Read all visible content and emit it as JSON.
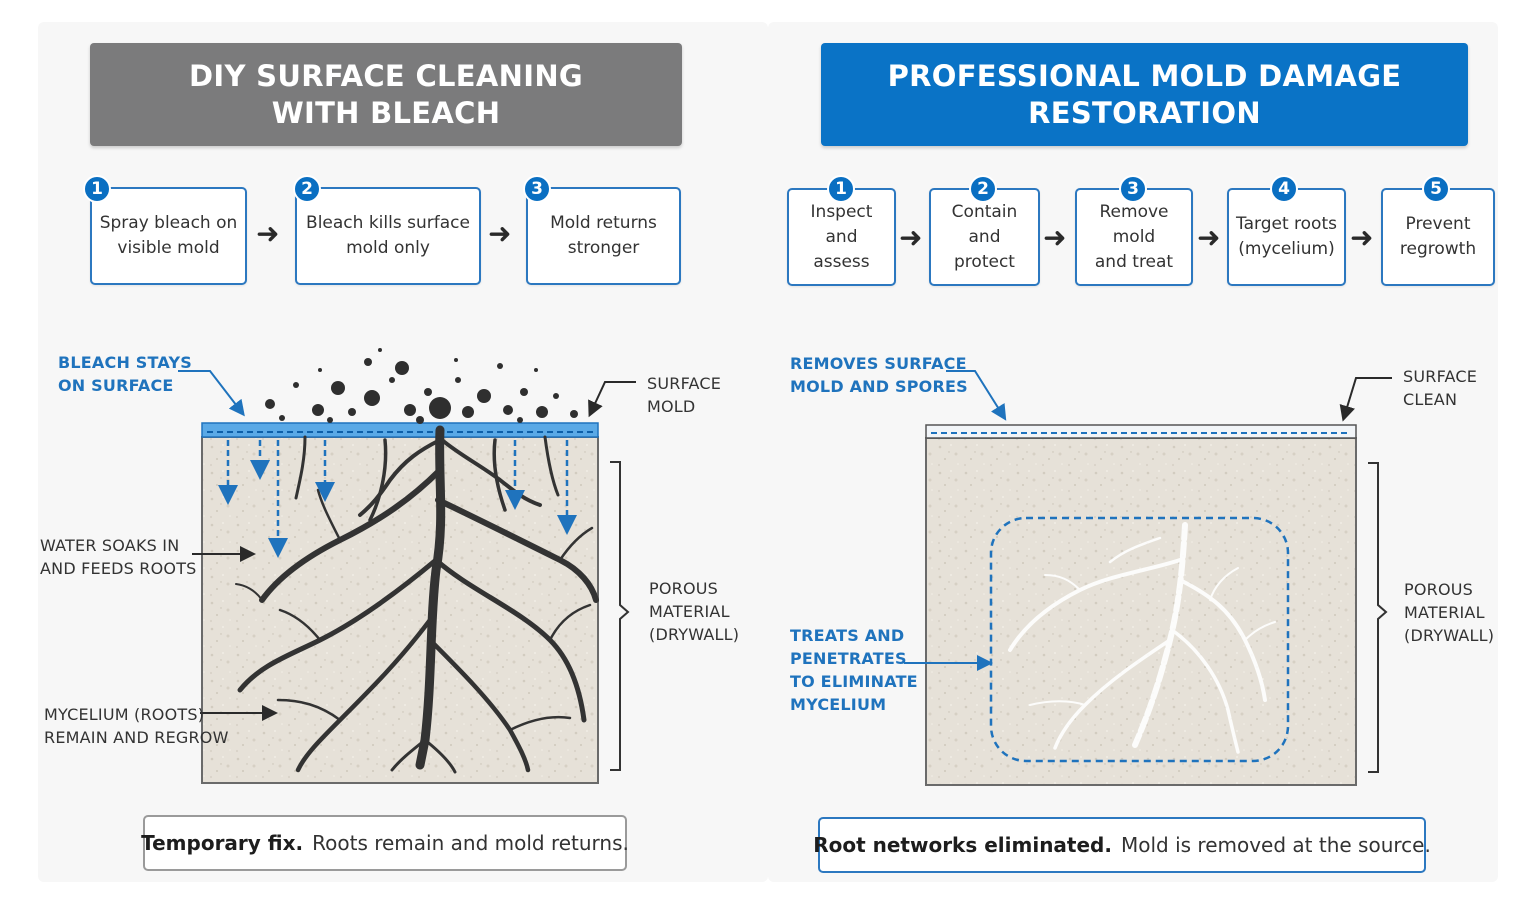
{
  "left": {
    "title_line1": "DIY SURFACE CLEANING",
    "title_line2": "WITH BLEACH",
    "steps": [
      {
        "num": "1",
        "line1": "Spray bleach on",
        "line2": "visible mold"
      },
      {
        "num": "2",
        "line1": "Bleach kills surface",
        "line2": "mold only"
      },
      {
        "num": "3",
        "line1": "Mold returns",
        "line2": "stronger"
      }
    ],
    "callouts": {
      "bleach_line1": "BLEACH STAYS",
      "bleach_line2": "ON SURFACE",
      "surface_line1": "SURFACE",
      "surface_line2": "MOLD",
      "water_line1": "WATER SOAKS IN",
      "water_line2": "AND FEEDS ROOTS",
      "porous_line1": "POROUS",
      "porous_line2": "MATERIAL",
      "porous_line3": "(DRYWALL)",
      "mycelium_line1": "MYCELIUM (ROOTS)",
      "mycelium_line2": "REMAIN AND REGROW"
    },
    "summary_bold": "Temporary fix.",
    "summary_text": "Roots remain and mold returns."
  },
  "right": {
    "title_line1": "PROFESSIONAL MOLD DAMAGE",
    "title_line2": "RESTORATION",
    "steps": [
      {
        "num": "1",
        "line1": "Inspect and",
        "line2": "assess"
      },
      {
        "num": "2",
        "line1": "Contain and",
        "line2": "protect"
      },
      {
        "num": "3",
        "line1": "Remove mold",
        "line2": "and treat"
      },
      {
        "num": "4",
        "line1": "Target roots",
        "line2": "(mycelium)"
      },
      {
        "num": "5",
        "line1": "Prevent",
        "line2": "regrowth"
      }
    ],
    "callouts": {
      "removes_line1": "REMOVES SURFACE",
      "removes_line2": "MOLD AND SPORES",
      "clean_line1": "SURFACE",
      "clean_line2": "CLEAN",
      "porous_line1": "POROUS",
      "porous_line2": "MATERIAL",
      "porous_line3": "(DRYWALL)",
      "treats_line1": "TREATS AND",
      "treats_line2": "PENETRATES",
      "treats_line3": "TO ELIMINATE",
      "treats_line4": "MYCELIUM"
    },
    "summary_bold": "Root networks eliminated.",
    "summary_text": "Mold is removed at the source."
  },
  "colors": {
    "accent_blue": "#0a73c6",
    "header_gray": "#7b7b7c",
    "drywall": "#e6e1d8",
    "mold": "#2f2f2f"
  },
  "icons": [
    "right-arrow-icon",
    "step-number-badge"
  ]
}
